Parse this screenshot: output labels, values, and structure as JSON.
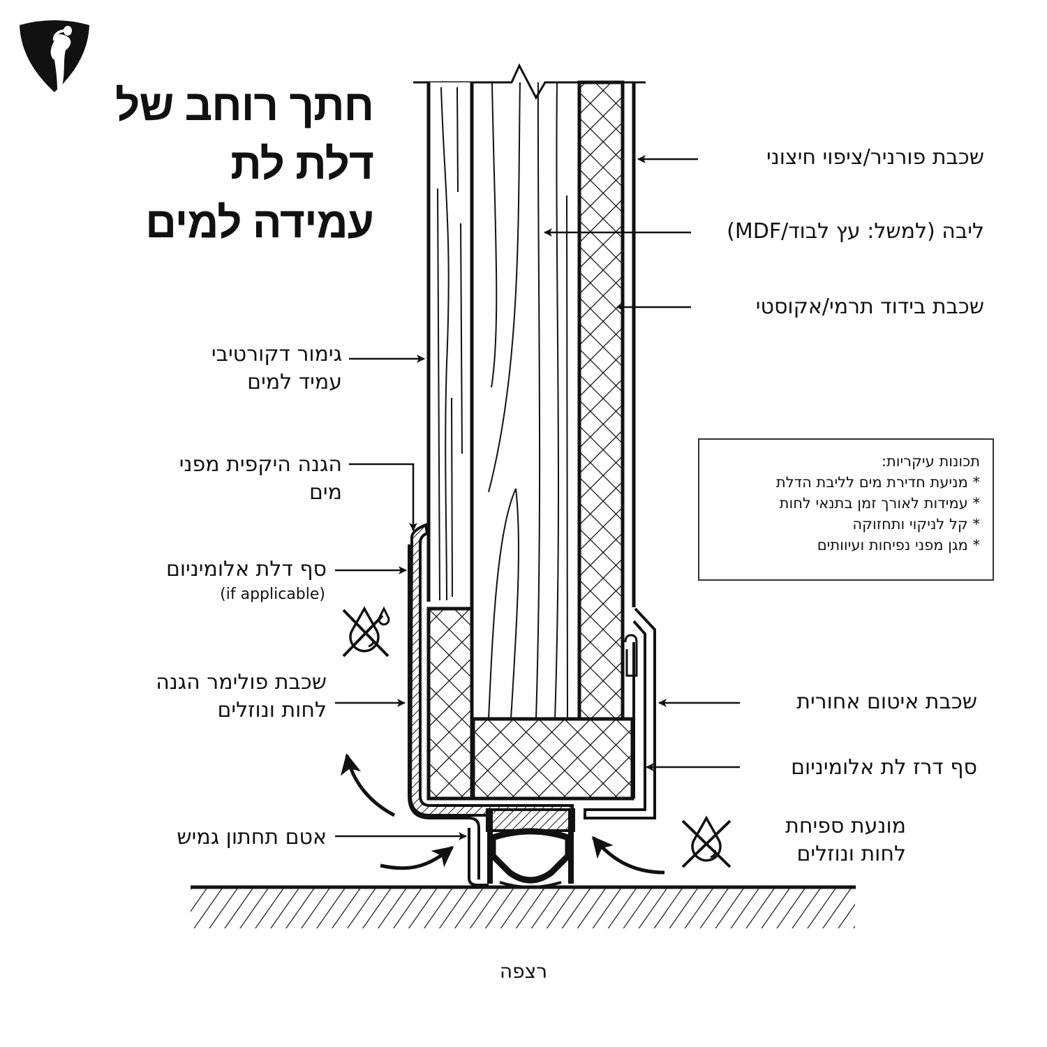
{
  "title": {
    "lines": [
      "חתך רוחב של",
      "דלת לת",
      "עמידה למים"
    ]
  },
  "logo": {
    "icon": "shield-figure-logo-icon"
  },
  "labels_right": [
    {
      "id": "veneer",
      "text": "שכבת פורניר/ציפוי חיצוני"
    },
    {
      "id": "core",
      "text": "ליבה (למשל: עץ לבוד/MDF)"
    },
    {
      "id": "insulation",
      "text": "שכבת בידוד תרמי/אקוסטי"
    },
    {
      "id": "rear-seal",
      "text": "שכבת איטום אחורית"
    },
    {
      "id": "threshold",
      "text": "סף דרז לת אלומיניום"
    },
    {
      "id": "prevents-absorption",
      "lines": [
        "מונעת ספיחת",
        "לחות ונוזלים"
      ]
    }
  ],
  "labels_left": [
    {
      "id": "finish",
      "lines": [
        "גימור דקורטיבי",
        "עמיד למים"
      ]
    },
    {
      "id": "perimeter",
      "lines": [
        "הגנה היקפית מפני",
        "מים"
      ]
    },
    {
      "id": "aluminum-sill",
      "text": "סף דלת אלומיניום",
      "note": "(if applicable)"
    },
    {
      "id": "polymer",
      "lines": [
        "שכבת פולימר הגנה",
        "לחות ונוזלים"
      ]
    },
    {
      "id": "bottom-seal",
      "text": "אטם תחתון גמיש"
    }
  ],
  "features": {
    "heading": "תכונות עיקריות:",
    "bullet": "*",
    "items": [
      "מניעת חדירת מים לליבת הדלת",
      "עמידות לאורך זמן בתנאי לחות",
      "קל לניקוי ותחזוקה",
      "מגן מפני נפיחות ועיוותים"
    ]
  },
  "floor": {
    "label": "רצפה"
  },
  "icons": {
    "no_water_left": "no-water-drop-icon",
    "no_water_right": "no-water-drop-icon"
  },
  "colors": {
    "ink": "#111111",
    "background": "#ffffff",
    "box_border": "#333333"
  }
}
